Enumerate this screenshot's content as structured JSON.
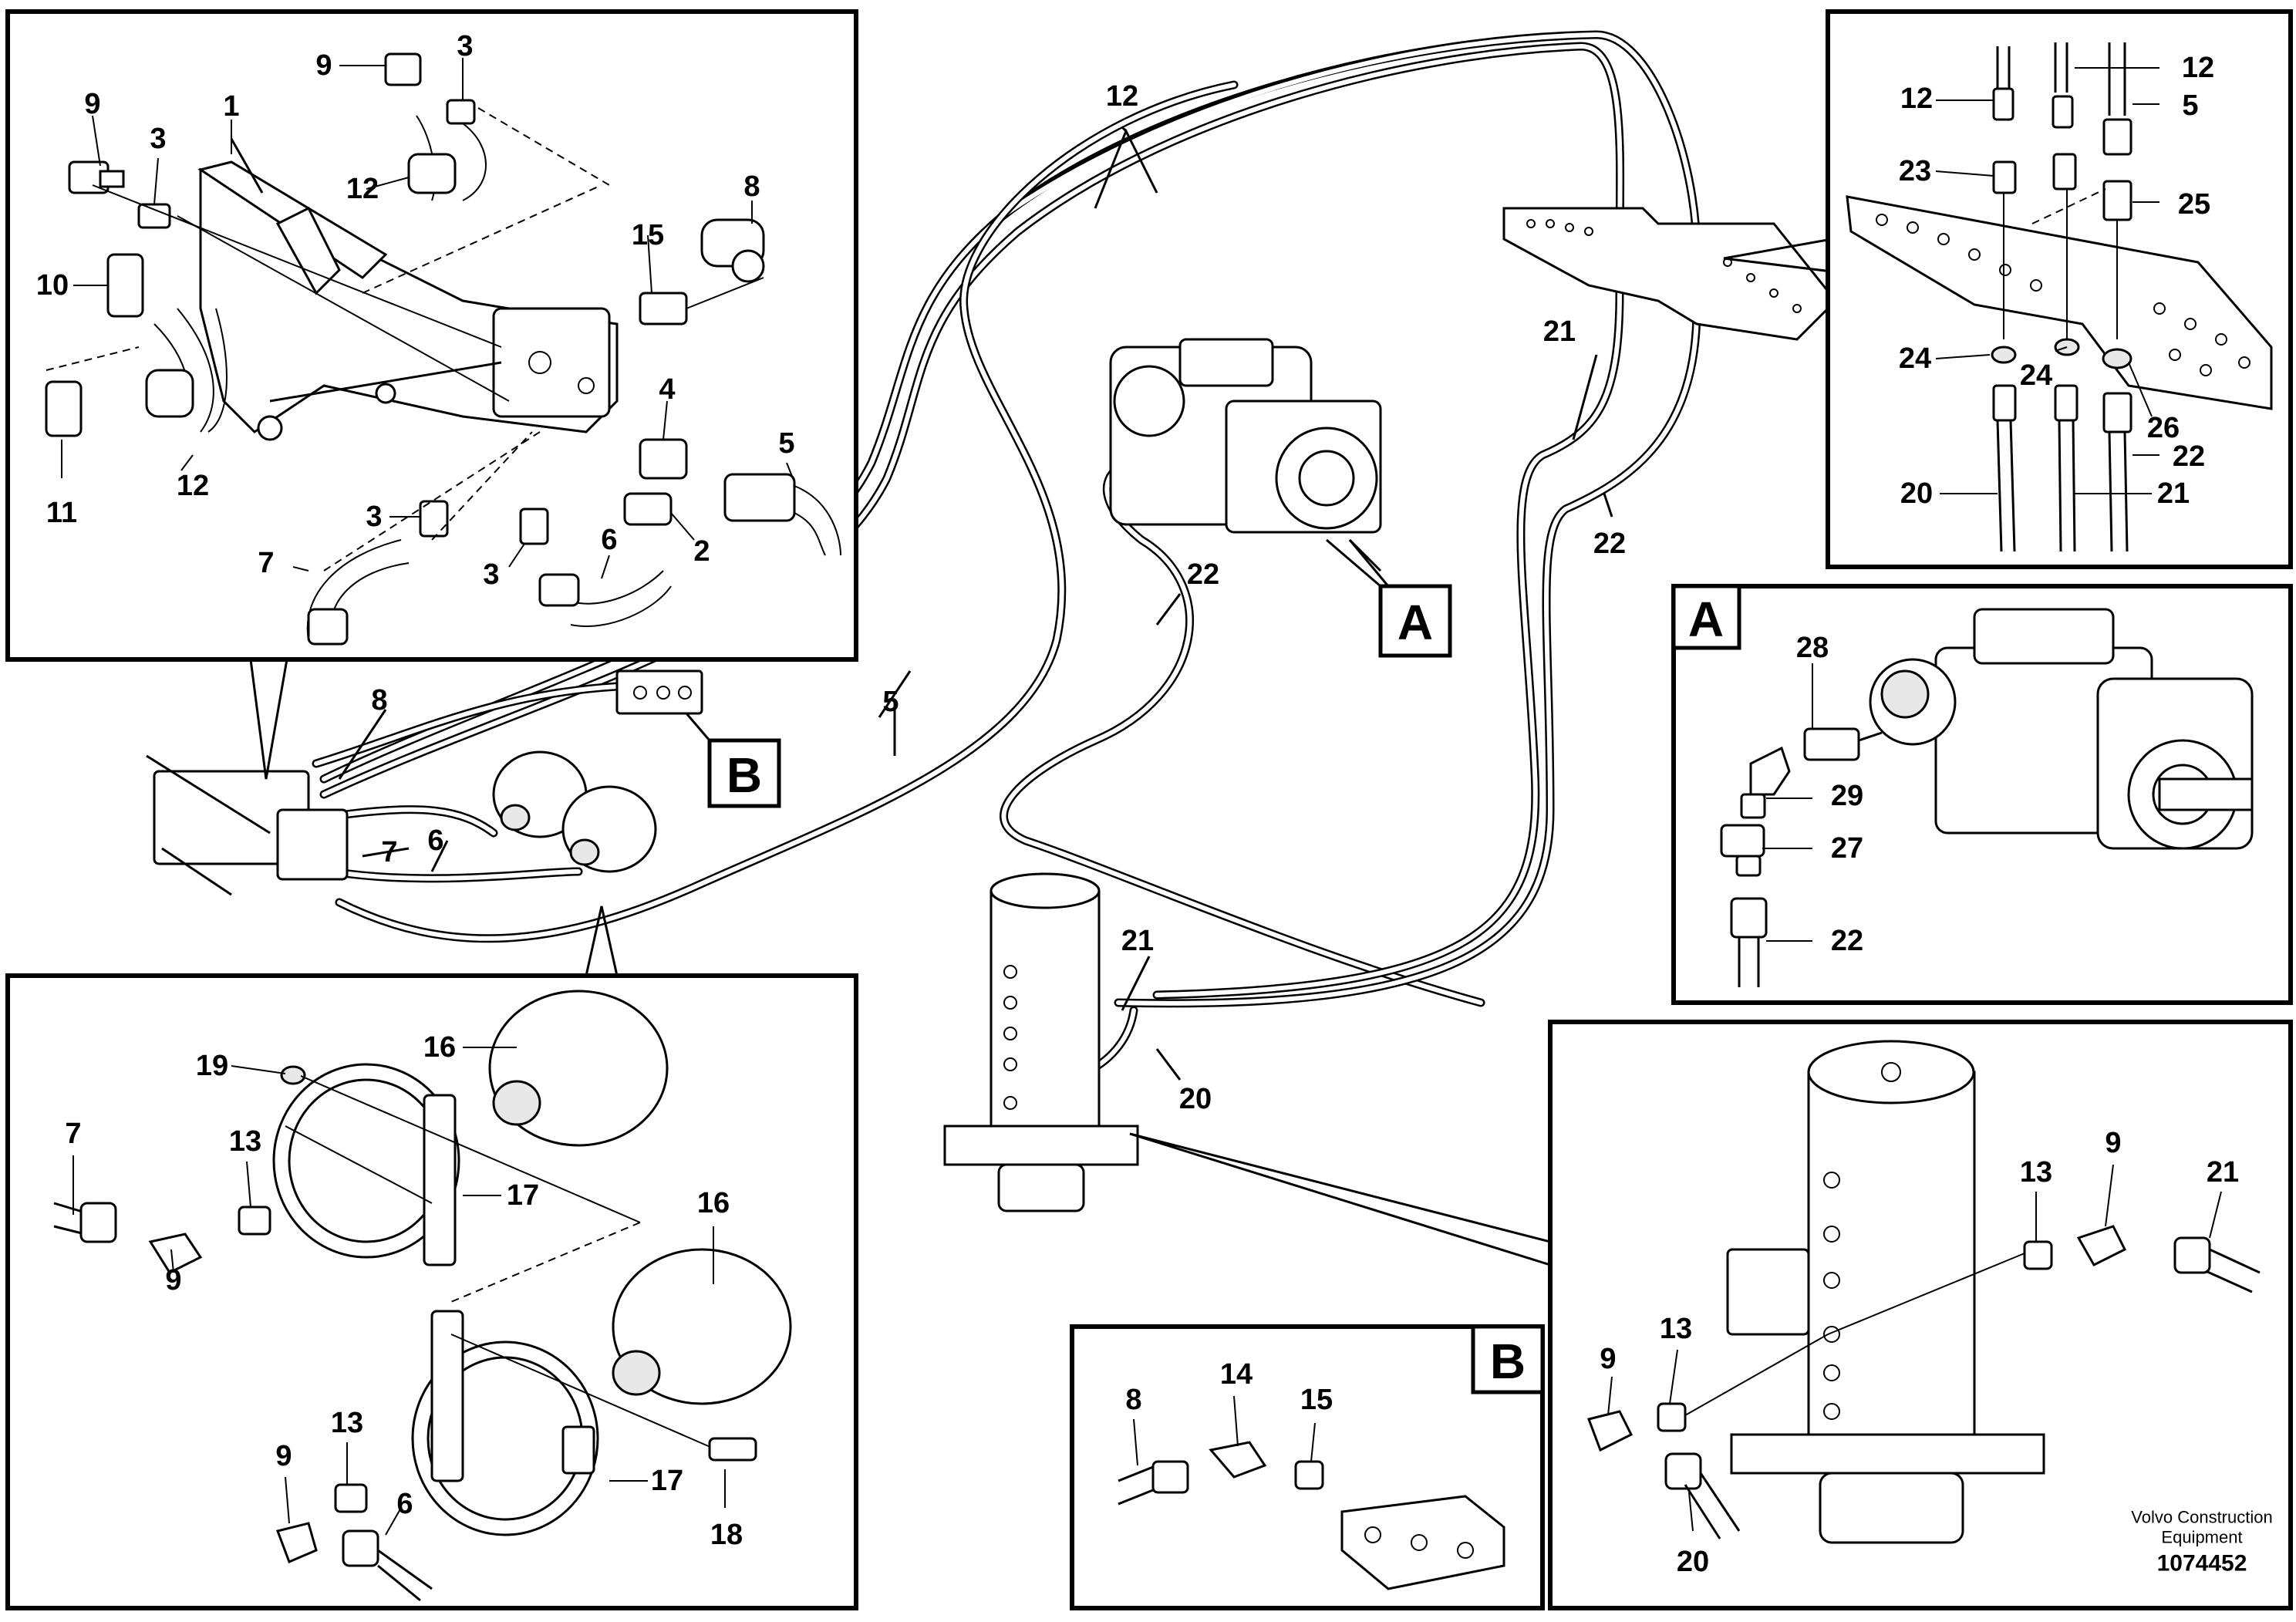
{
  "diagram": {
    "callouts": {
      "A": "A",
      "B": "B"
    },
    "credit": {
      "line1": "Volvo Construction",
      "line2": "Equipment",
      "number": "1074452"
    },
    "main_labels": {
      "l12": "12",
      "l5": "5",
      "l8": "8",
      "l7": "7",
      "l6": "6",
      "l21a": "21",
      "l22a": "22",
      "l22b": "22",
      "l21b": "21",
      "l20": "20"
    },
    "detail_top_left": {
      "labels": [
        "9",
        "3",
        "9",
        "3",
        "1",
        "12",
        "8",
        "15",
        "10",
        "4",
        "5",
        "11",
        "12",
        "3",
        "7",
        "3",
        "6",
        "2"
      ]
    },
    "detail_top_right": {
      "labels": [
        "12",
        "12",
        "5",
        "23",
        "25",
        "24",
        "24",
        "26",
        "22",
        "20",
        "21"
      ]
    },
    "detail_A": {
      "labels": [
        "28",
        "29",
        "27",
        "22"
      ]
    },
    "detail_bottom_left": {
      "labels": [
        "19",
        "16",
        "7",
        "13",
        "17",
        "9",
        "16",
        "13",
        "9",
        "17",
        "6",
        "18"
      ]
    },
    "detail_B": {
      "labels": [
        "8",
        "14",
        "15"
      ]
    },
    "detail_bottom_right": {
      "labels": [
        "13",
        "9",
        "21",
        "13",
        "9",
        "20"
      ]
    }
  }
}
